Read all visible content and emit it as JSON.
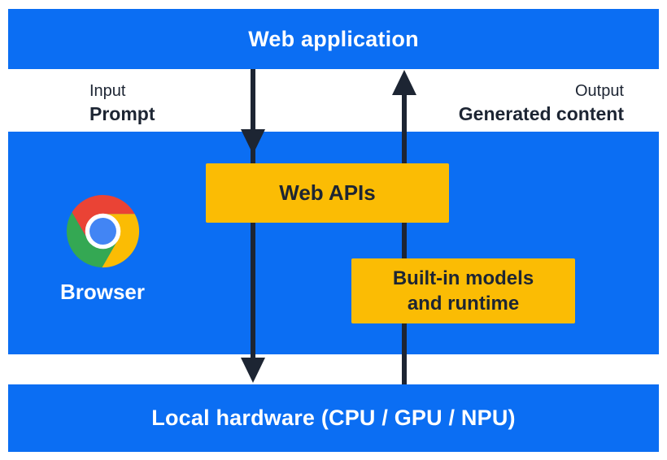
{
  "layers": {
    "web_application": {
      "label": "Web application"
    },
    "browser": {
      "label": "Browser"
    },
    "local_hardware": {
      "label": "Local hardware (CPU / GPU / NPU)"
    }
  },
  "io": {
    "input": {
      "caption": "Input",
      "value": "Prompt"
    },
    "output": {
      "caption": "Output",
      "value": "Generated content"
    }
  },
  "boxes": {
    "web_apis": {
      "label": "Web APIs"
    },
    "builtin_models": {
      "line1": "Built-in models",
      "line2": "and runtime"
    }
  },
  "icons": {
    "browser_logo": "chrome-logo",
    "input_arrow": "arrow-down",
    "output_arrow": "arrow-up"
  },
  "colors": {
    "layer_blue": "#0b6ef3",
    "box_yellow": "#fbbc04",
    "ink_navy": "#1d2533",
    "text_white": "#ffffff",
    "chrome_red": "#ea4335",
    "chrome_green": "#34a853",
    "chrome_yellow": "#fbbc04",
    "chrome_blue": "#4285f4"
  }
}
